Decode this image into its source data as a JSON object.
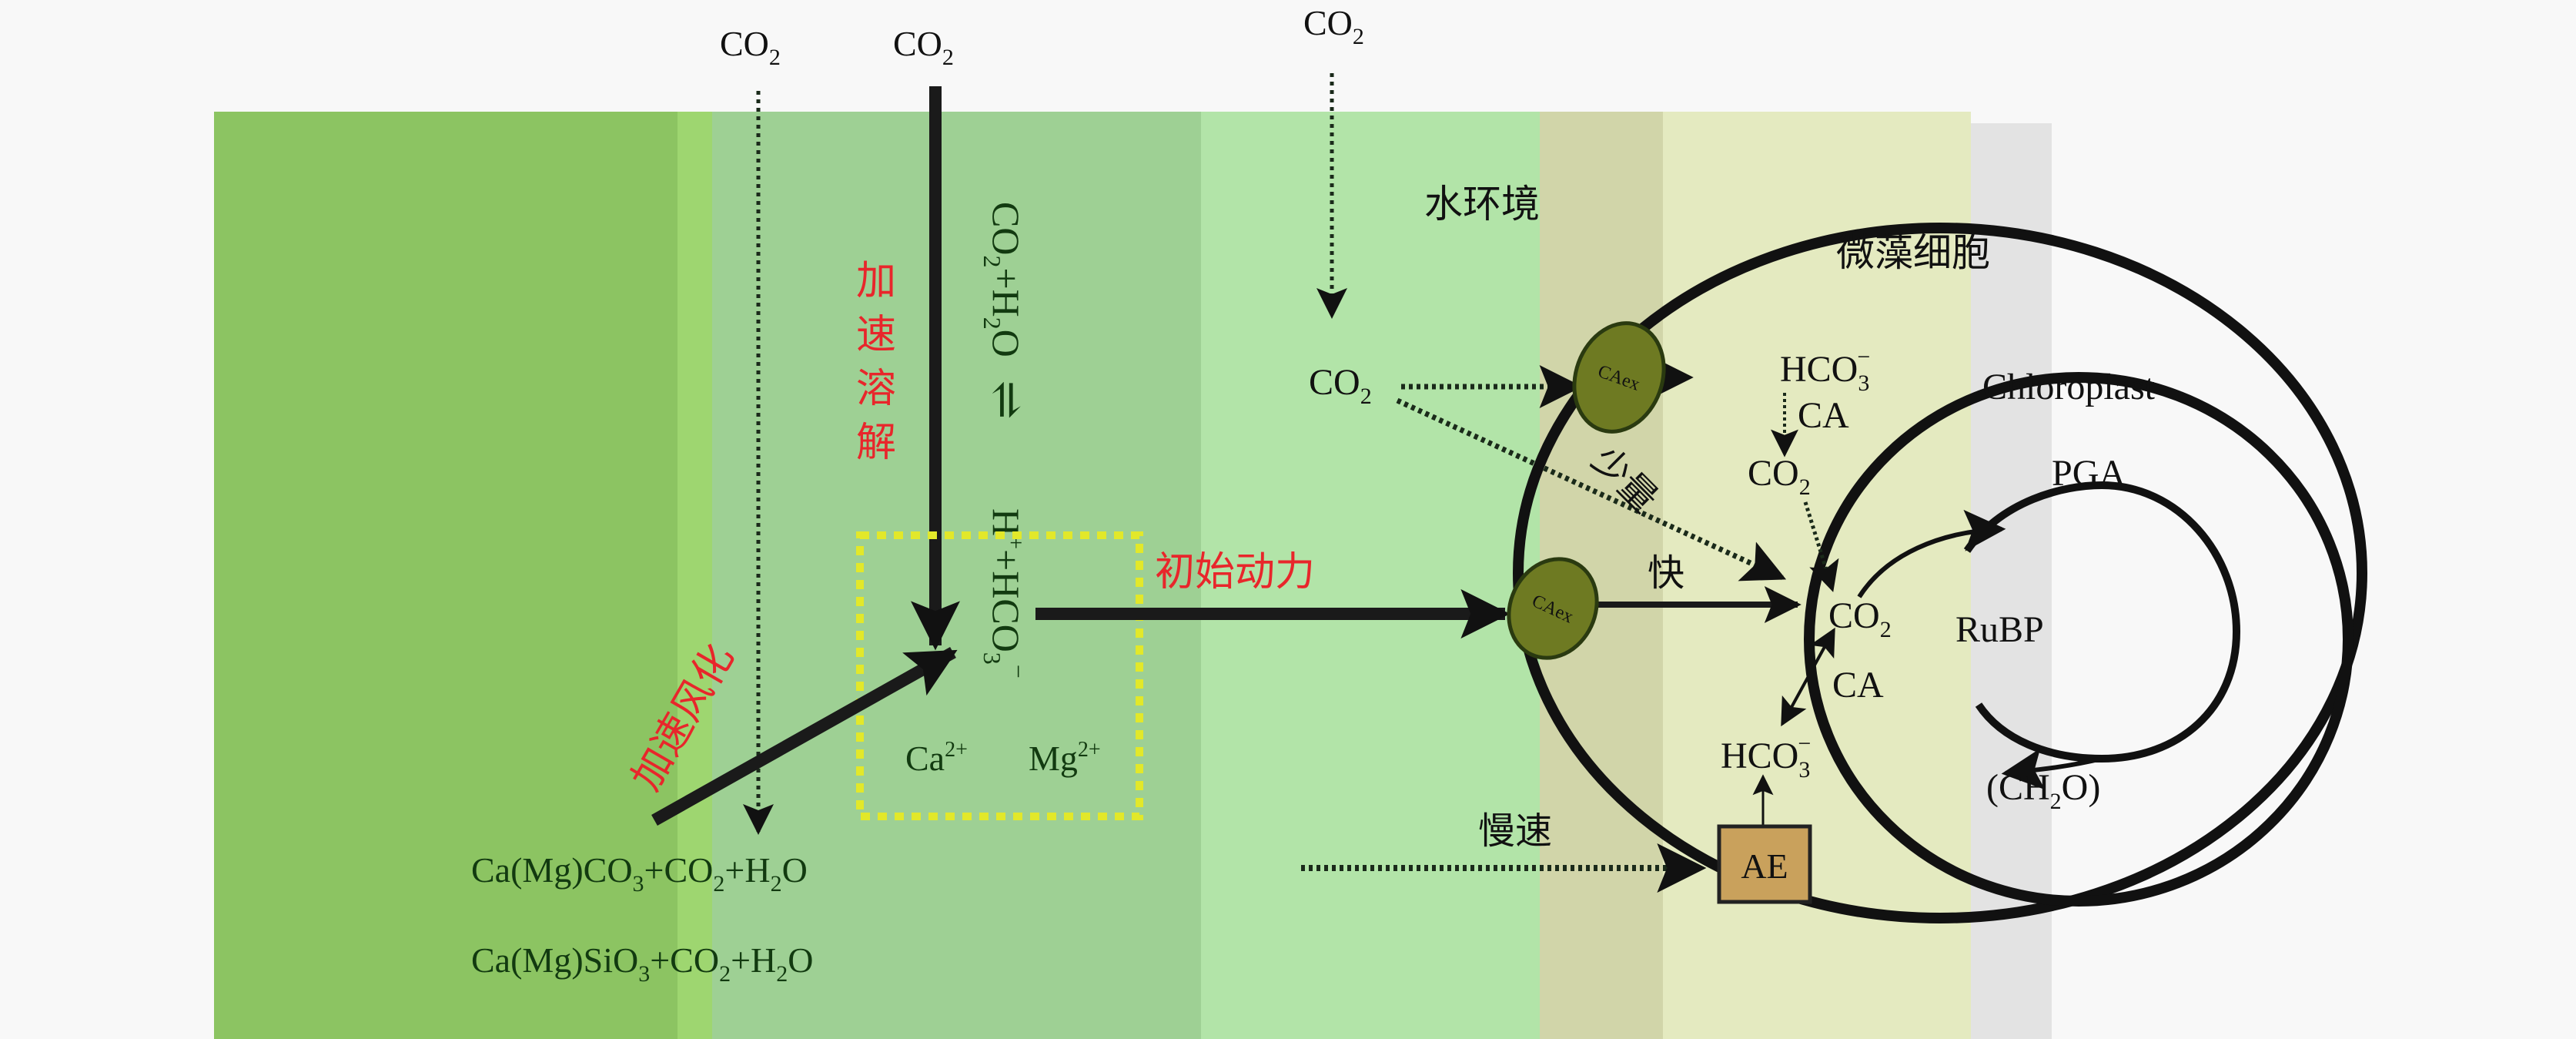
{
  "title": "Carbonate/silicate weathering CO2 uptake by microalgae",
  "colors": {
    "page_bg": "#f8f8f8",
    "band_rock": "#8cc462",
    "band_rock_edge": "#9ed670",
    "band_solution": "#9ed094",
    "band_water": "#b2e4a8",
    "band_periplasm": "#d1d5a9",
    "band_cytoplasm": "#e4eac0",
    "band_stroma": "#e3e3e3",
    "caex_fill": "#6e7a22",
    "ae_fill": "#c9a15c",
    "accent_red": "#e8262b",
    "dashed_box": "#e2e82a"
  },
  "atmosphere": {
    "co2_left": "CO",
    "co2_mid": "CO",
    "co2_right": "CO",
    "sub_2": "2"
  },
  "weathering": {
    "carbonate_reaction": {
      "a": "Ca(Mg)CO",
      "s1": "3",
      "b": "+CO",
      "s2": "2",
      "c": "+H",
      "s3": "2",
      "d": "O"
    },
    "silicate_reaction": {
      "a": "Ca(Mg)SiO",
      "s1": "3",
      "b": "+CO",
      "s2": "2",
      "c": "+H",
      "s3": "2",
      "d": "O"
    },
    "accelerate_weathering": "加速风化",
    "accelerate_dissolution": [
      "加",
      "速",
      "溶",
      "解"
    ]
  },
  "equilibrium": {
    "left": {
      "a": "CO",
      "s1": "2",
      "b": "+H",
      "s2": "2",
      "c": "O"
    },
    "arrow": "⇌",
    "right": {
      "a": "H",
      "sup1": "+",
      "b": "+HCO",
      "s1": "3",
      "sup2": "−"
    }
  },
  "ions_box": {
    "ca": "Ca",
    "ca_charge": "2+",
    "mg": "Mg",
    "mg_charge": "2+"
  },
  "driving_force": "初始动力",
  "water": {
    "label": "水环境",
    "co2": "CO",
    "co2_sub": "2",
    "slow_label": "慢速",
    "small_amount_label": "少量",
    "fast_label": "快"
  },
  "cell": {
    "label": "微藻细胞",
    "caex_upper": "CAex",
    "caex_lower": "CAex",
    "ae": "AE",
    "hco3_upper": {
      "a": "HCO",
      "s": "3",
      "sup": "−"
    },
    "ca_upper": "CA",
    "co2_upper": {
      "a": "CO",
      "s": "2"
    },
    "hco3_lower": {
      "a": "HCO",
      "s": "3",
      "sup": "−"
    },
    "ca_lower": "CA"
  },
  "chloroplast": {
    "label": "Chloroplast",
    "co2": {
      "a": "CO",
      "s": "2"
    },
    "pga": "PGA",
    "rubp": "RuBP",
    "ch2o": {
      "a": "(CH",
      "s": "2",
      "b": "O)"
    }
  }
}
